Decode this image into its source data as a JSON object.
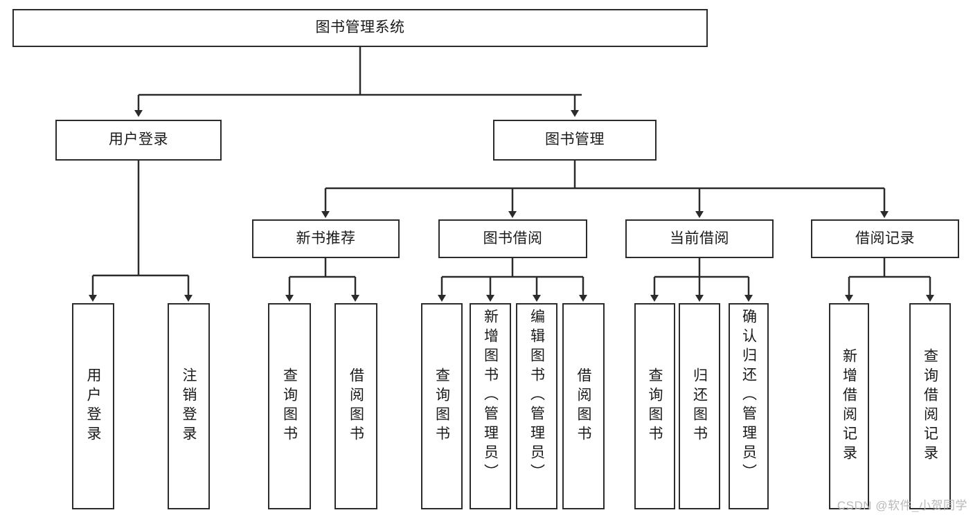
{
  "diagram": {
    "title": "图书管理系统",
    "type": "tree",
    "root": {
      "id": "root",
      "label": "图书管理系统",
      "orientation": "horizontal"
    },
    "level2": [
      {
        "id": "user-login",
        "label": "用户登录",
        "orientation": "horizontal"
      },
      {
        "id": "book-management",
        "label": "图书管理",
        "orientation": "horizontal"
      }
    ],
    "level3": [
      {
        "id": "new-book-recommend",
        "label": "新书推荐",
        "parent": "book-management",
        "orientation": "horizontal"
      },
      {
        "id": "book-borrow",
        "label": "图书借阅",
        "parent": "book-management",
        "orientation": "horizontal"
      },
      {
        "id": "current-borrow",
        "label": "当前借阅",
        "parent": "book-management",
        "orientation": "horizontal"
      },
      {
        "id": "borrow-record",
        "label": "借阅记录",
        "parent": "book-management",
        "orientation": "horizontal"
      }
    ],
    "leaves": [
      {
        "id": "leaf-user-login",
        "label": "用户登录",
        "parent": "user-login",
        "orientation": "vertical"
      },
      {
        "id": "leaf-logout-login",
        "label": "注销登录",
        "parent": "user-login",
        "orientation": "vertical"
      },
      {
        "id": "leaf-query-book-1",
        "label": "查询图书",
        "parent": "new-book-recommend",
        "orientation": "vertical"
      },
      {
        "id": "leaf-borrow-book-1",
        "label": "借阅图书",
        "parent": "new-book-recommend",
        "orientation": "vertical"
      },
      {
        "id": "leaf-query-book-2",
        "label": "查询图书",
        "parent": "book-borrow",
        "orientation": "vertical"
      },
      {
        "id": "leaf-add-book",
        "label": "新增图书（管理员）",
        "parent": "book-borrow",
        "orientation": "vertical"
      },
      {
        "id": "leaf-edit-book",
        "label": "编辑图书（管理员）",
        "parent": "book-borrow",
        "orientation": "vertical"
      },
      {
        "id": "leaf-borrow-book-2",
        "label": "借阅图书",
        "parent": "book-borrow",
        "orientation": "vertical"
      },
      {
        "id": "leaf-query-book-3",
        "label": "查询图书",
        "parent": "current-borrow",
        "orientation": "vertical"
      },
      {
        "id": "leaf-return-book",
        "label": "归还图书",
        "parent": "current-borrow",
        "orientation": "vertical"
      },
      {
        "id": "leaf-confirm-return",
        "label": "确认归还（管理员）",
        "parent": "current-borrow",
        "orientation": "vertical"
      },
      {
        "id": "leaf-add-record",
        "label": "新增借阅记录",
        "parent": "borrow-record",
        "orientation": "vertical"
      },
      {
        "id": "leaf-query-record",
        "label": "查询借阅记录",
        "parent": "borrow-record",
        "orientation": "vertical"
      }
    ],
    "colors": {
      "border": "#2b2b2b",
      "connector": "#2b2b2b",
      "background": "#ffffff",
      "text": "#1a1a1a",
      "watermark": "#b9b9b9"
    }
  },
  "watermark": {
    "text": "CSDN @软件_小贺同学"
  }
}
